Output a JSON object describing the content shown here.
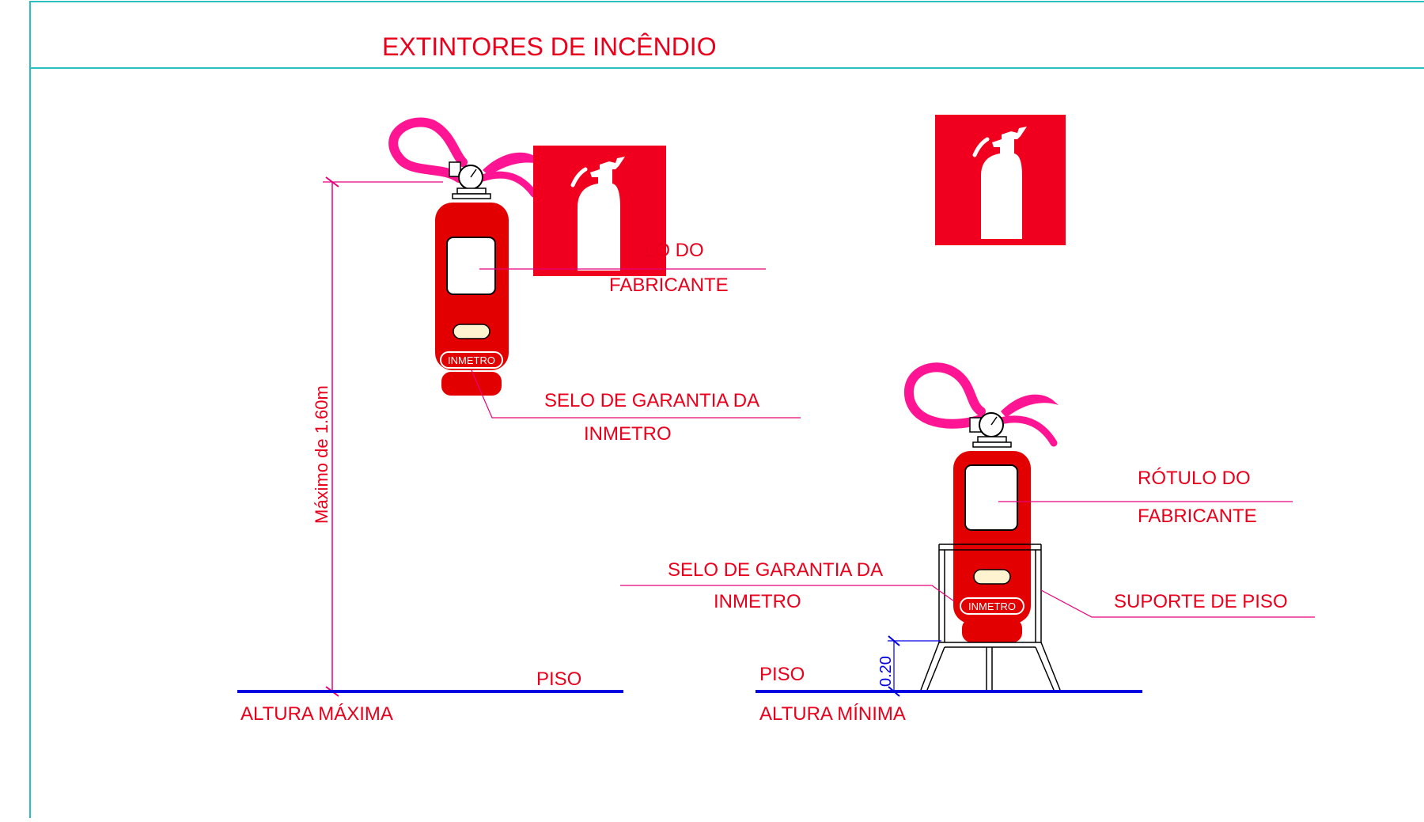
{
  "title": "EXTINTORES DE INCÊNDIO",
  "colors": {
    "frame": "#2ABFBF",
    "label": "#E8001C",
    "sign_red": "#F0001E",
    "body_red": "#E20000",
    "hose": "#FF1493",
    "dim": "#E8007A",
    "floor": "#0000E0",
    "leader": "#E8007A",
    "dim_small": "#0000E0"
  },
  "left_view": {
    "rotulo": [
      "LO DO",
      "FABRICANTE"
    ],
    "selo": [
      "SELO DE GARANTIA DA",
      "INMETRO"
    ],
    "badge": "INMETRO",
    "dimension": "Máximo de 1.60m",
    "floor_label": "PISO",
    "caption": "ALTURA MÁXIMA"
  },
  "right_view": {
    "rotulo": [
      "RÓTULO DO",
      "FABRICANTE"
    ],
    "selo": [
      "SELO DE GARANTIA DA",
      "INMETRO"
    ],
    "suporte": "SUPORTE DE PISO",
    "badge": "INMETRO",
    "dimension": "0.20",
    "floor_label": "PISO",
    "caption": "ALTURA MÍNIMA"
  },
  "icons": [
    "fire-extinguisher-sign-icon",
    "fire-extinguisher-sign-icon"
  ]
}
